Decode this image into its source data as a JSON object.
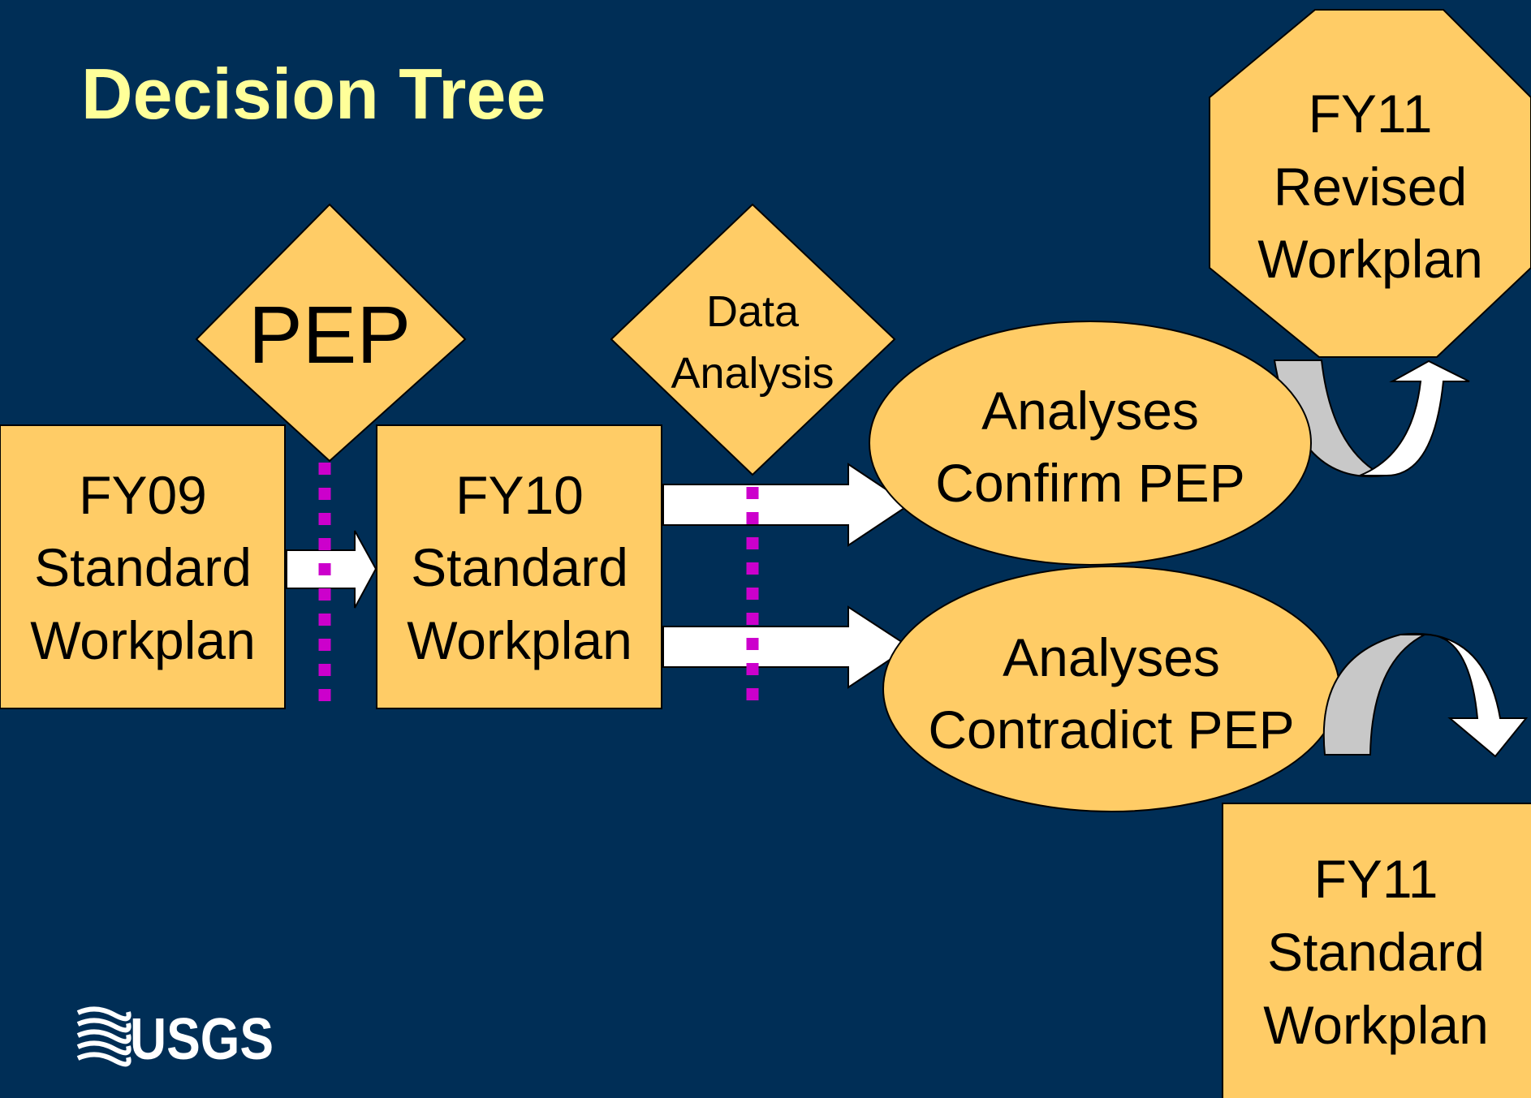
{
  "slide": {
    "title": "Decision Tree",
    "logo_text": "USGS"
  },
  "nodes": {
    "fy09": [
      "FY09",
      "Standard",
      "Workplan"
    ],
    "pep": "PEP",
    "fy10": [
      "FY10",
      "Standard",
      "Workplan"
    ],
    "data_analysis": [
      "Data",
      "Analysis"
    ],
    "confirm": [
      "Analyses",
      "Confirm PEP"
    ],
    "contradict": [
      "Analyses",
      "Contradict PEP"
    ],
    "fy11_revised": [
      "FY11",
      "Revised",
      "Workplan"
    ],
    "fy11_standard": [
      "FY11",
      "Standard",
      "Workplan"
    ]
  },
  "colors": {
    "background": "#002E56",
    "title": "#FFFF99",
    "shape_fill": "#FFCC66",
    "arrow_fill": "#FFFFFF",
    "curved_arrow_back": "#C8C8C8",
    "dotted_line": "#CC00CC",
    "text": "#000000"
  },
  "icons": {
    "logo": "usgs-logo",
    "checkpoint_lines": "dotted-line"
  }
}
